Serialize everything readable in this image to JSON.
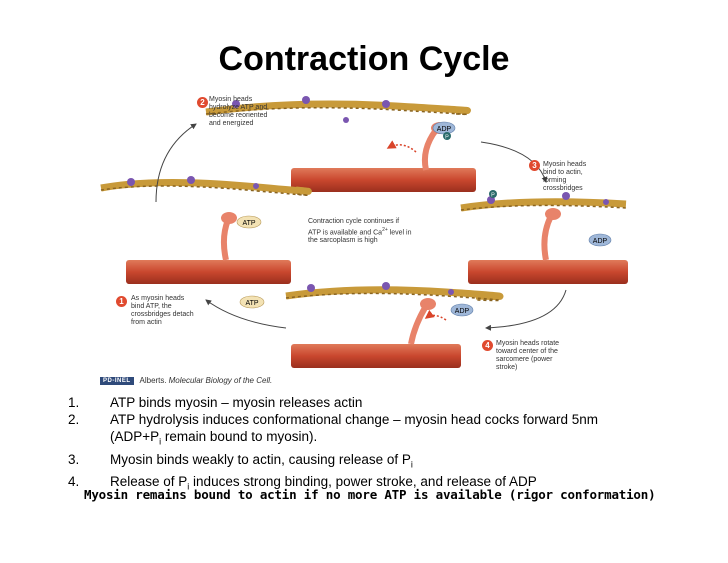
{
  "title": "Contraction Cycle",
  "figure": {
    "step1": {
      "number": "1",
      "text": [
        "As myosin heads",
        "bind ATP, the",
        "crossbridges detach",
        "from actin"
      ]
    },
    "step2": {
      "number": "2",
      "text": [
        "Myosin heads",
        "hydrolyze ATP and",
        "become reoriented",
        "and energized"
      ]
    },
    "step3": {
      "number": "3",
      "text": [
        "Myosin heads",
        "bind to actin,",
        "forming",
        "crossbridges"
      ]
    },
    "step4": {
      "number": "4",
      "text": [
        "Myosin heads rotate",
        "toward center of the",
        "sarcomere (power",
        "stroke)"
      ]
    },
    "center_text": [
      "Contraction cycle continues if",
      "ATP is available and Ca",
      "level in",
      "the sarcoplasm is high"
    ],
    "center_superscript": "2+",
    "molecule_labels": {
      "atp": "ATP",
      "adp": "ADP",
      "pi": "P"
    },
    "credit_prefix": "Alberts. ",
    "credit_title": "Molecular Biology of the Cell.",
    "credit_badge": "PD-INEL",
    "colors": {
      "actin": "#c89a3a",
      "myosin": "#c9472e",
      "head": "#e8836a",
      "badge": "#e04a2f",
      "atp": "#f3e2b4",
      "adp": "#9fb7d8"
    }
  },
  "steps": [
    {
      "num": "1.",
      "text": "ATP binds myosin – myosin releases actin"
    },
    {
      "num": "2.",
      "line1": "ATP hydrolysis induces conformational change – myosin head cocks forward 5nm",
      "line2_pre": "(ADP+P",
      "line2_sub": "i",
      "line2_post": " remain bound to myosin)."
    },
    {
      "num": "3.",
      "pre": "Myosin binds weakly to actin, causing release of P",
      "sub": "i"
    },
    {
      "num": "4.",
      "pre": "Release of P",
      "sub": "i",
      "post": " induces strong binding, power stroke, and release of ADP"
    }
  ],
  "rigor_note": "Myosin remains bound to actin if no more ATP is available (rigor conformation)"
}
